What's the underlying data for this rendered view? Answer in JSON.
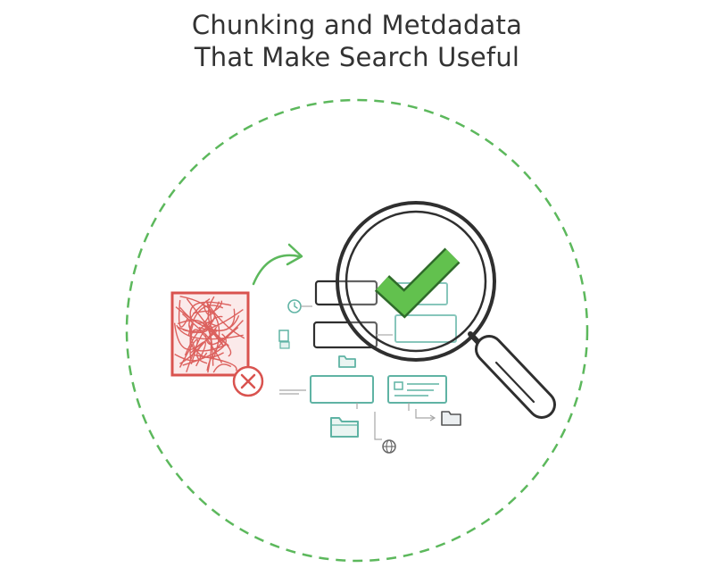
{
  "title": {
    "line1": "Chunking and Metdadata",
    "line2": "That Make Search Useful"
  },
  "colors": {
    "title": "#333333",
    "accent_green": "#5cb85c",
    "check_green": "#62c14e",
    "error_red": "#d9534f",
    "teal": "#5fb3a4",
    "dark_outline": "#2f2f2f",
    "gray": "#8a8a8a"
  },
  "icons": [
    "dashed-circle-boundary",
    "tangled-document-icon",
    "error-x-icon",
    "curved-arrow-icon",
    "clock-icon",
    "document-icon",
    "folder-icon",
    "globe-icon",
    "magnifying-glass-icon",
    "checkmark-icon"
  ]
}
